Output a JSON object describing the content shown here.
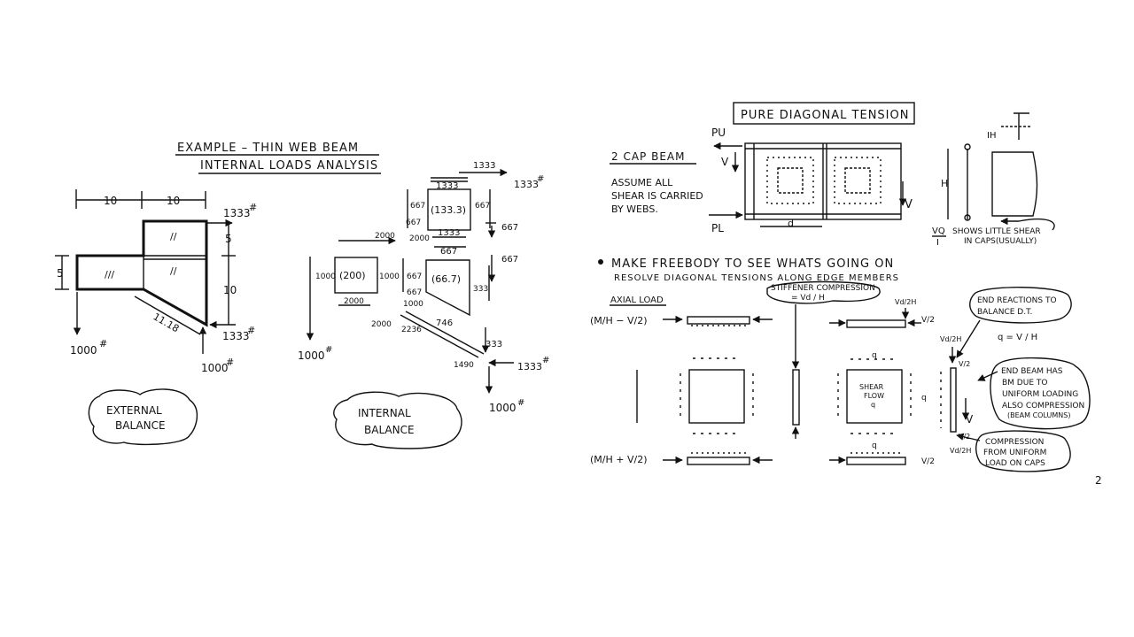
{
  "left": {
    "title_line1": "EXAMPLE – THIN WEB BEAM",
    "title_line2": "INTERNAL LOADS ANALYSIS",
    "external": {
      "dim_10a": "10",
      "dim_10b": "10",
      "dim_5a": "5",
      "dim_5b": "5",
      "dim_10c": "10",
      "diag": "11.18",
      "load_top": "1333",
      "load_right": "1333",
      "load_bottom": "1000",
      "load_left": "1000",
      "hash": "#",
      "balance_line1": "EXTERNAL",
      "balance_line2": "BALANCE"
    },
    "internal": {
      "top_1333": "1333",
      "top_1333b": "1333",
      "right_1333": "1333",
      "panel_top": "(133.3)",
      "top_1333_in": "1333",
      "top_667_left": "667",
      "top_667_right": "667",
      "top_667_bot": "667",
      "top_1333_bot": "1333",
      "side_667_r1": "667",
      "side_667_r2": "667",
      "w2000_a": "2000",
      "w2000_b": "2000",
      "panel_left": "(200)",
      "left_1000a": "1000",
      "left_1000b": "1000",
      "panel_mid": "(66.7)",
      "mid_667a": "667",
      "mid_667b": "667",
      "mid_333": "333",
      "bot_2000": "2000",
      "bot_2000b": "2000",
      "bot_1000": "1000",
      "bot_2236": "2236",
      "bot_746": "746",
      "bot_333": "333",
      "bot_1490": "1490",
      "bot_1333": "1333",
      "bot_1000b": "1000",
      "out_1000": "1000",
      "hash": "#",
      "balance_line1": "INTERNAL",
      "balance_line2": "BALANCE"
    }
  },
  "right": {
    "title": "PURE DIAGONAL TENSION",
    "beam_label": "2 CAP BEAM",
    "pu": "PU",
    "pl": "PL",
    "v": "V",
    "v2": "V",
    "assume_line1": "ASSUME ALL",
    "assume_line2": "SHEAR IS CARRIED",
    "assume_line3": "BY WEBS.",
    "dim_d": "d",
    "dim_h": "H",
    "dim_ih": "IH",
    "vq": "VQ",
    "vq_den": "I",
    "little_shear_line1": "SHOWS LITTLE SHEAR",
    "little_shear_line2": "IN CAPS(USUALLY)",
    "bullet_line1": "MAKE FREEBODY TO SEE WHATS GOING ON",
    "bullet_line2": "RESOLVE DIAGONAL TENSIONS ALONG EDGE MEMBERS",
    "axial_load": "AXIAL LOAD",
    "stiffener_line1": "STIFFENER COMPRESSION",
    "stiffener_line2": "= Vd / H",
    "end_reactions_line1": "END REACTIONS TO",
    "end_reactions_line2": "BALANCE D.T.",
    "q_eq": "q = V / H",
    "m_minus": "(M/H − V/2)",
    "m_plus": "(M/H + V/2)",
    "v_over_2": "V/2",
    "vd_2h": "Vd/2H",
    "shear_flow_line1": "SHEAR",
    "shear_flow_line2": "FLOW",
    "shear_flow_line3": "q",
    "q": "q",
    "end_beam_line1": "END BEAM HAS",
    "end_beam_line2": "BM DUE TO",
    "end_beam_line3": "UNIFORM LOADING",
    "end_beam_line4": "ALSO COMPRESSION",
    "end_beam_line5": "(BEAM COLUMNS)",
    "compression_line1": "COMPRESSION",
    "compression_line2": "FROM UNIFORM",
    "compression_line3": "LOAD ON CAPS",
    "page_number": "2"
  }
}
